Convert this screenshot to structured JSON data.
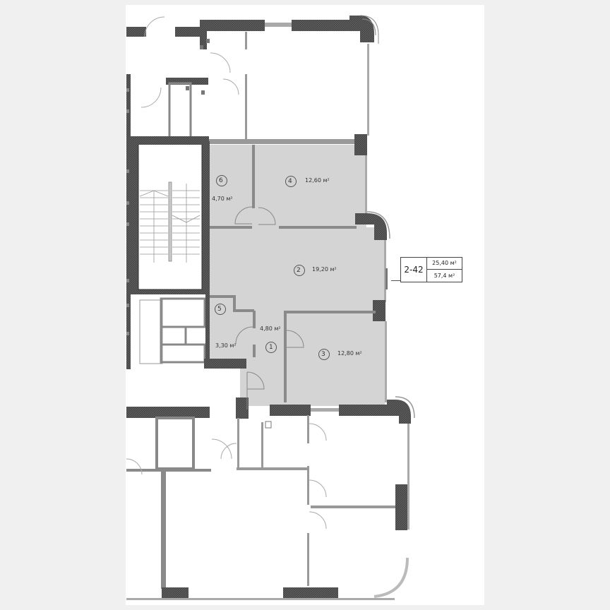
{
  "plan": {
    "apartment": {
      "code": "2-42",
      "living_area": "25,40 м²",
      "total_area": "57,4 м²"
    },
    "rooms": [
      {
        "number": "1",
        "area": "4,80 м²"
      },
      {
        "number": "2",
        "area": "19,20 м²"
      },
      {
        "number": "3",
        "area": "12,80 м²"
      },
      {
        "number": "4",
        "area": "12,60 м²"
      },
      {
        "number": "5",
        "area": "3,30 м²"
      },
      {
        "number": "6",
        "area": "4,70 м²"
      }
    ]
  },
  "colors": {
    "background": "#f0f0f0",
    "sheet": "#ffffff",
    "apartment_fill": "#d4d4d4",
    "wall": "#4a4a4a",
    "partition": "#8a8a8a",
    "line": "#555555"
  }
}
